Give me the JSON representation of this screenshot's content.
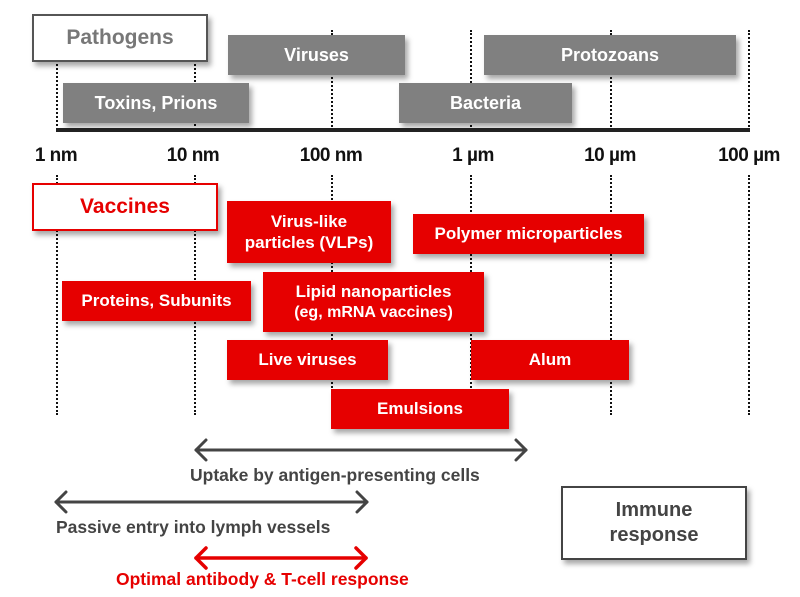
{
  "diagram": {
    "axis": {
      "scale": "log",
      "ticks": [
        "1 nm",
        "10 nm",
        "100 nm",
        "1 µm",
        "10 µm",
        "100 µm"
      ]
    },
    "pathogens": {
      "header": "Pathogens",
      "items": [
        {
          "label": "Viruses",
          "range": [
            "~20 nm",
            "~300 nm"
          ]
        },
        {
          "label": "Protozoans",
          "range": [
            "~1.2 µm",
            "~90 µm"
          ]
        },
        {
          "label": "Toxins, Prions",
          "range": [
            "~1 nm",
            "~25 nm"
          ]
        },
        {
          "label": "Bacteria",
          "range": [
            "~300 nm",
            "~5 µm"
          ]
        }
      ]
    },
    "vaccines": {
      "header": "Vaccines",
      "items": [
        {
          "label_line1": "Virus-like",
          "label_line2": "particles (VLPs)"
        },
        {
          "label": "Polymer microparticles"
        },
        {
          "label": "Proteins, Subunits"
        },
        {
          "label_line1": "Lipid nanoparticles",
          "label_line2": "(eg, mRNA vaccines)"
        },
        {
          "label": "Live viruses"
        },
        {
          "label": "Alum"
        },
        {
          "label": "Emulsions"
        }
      ]
    },
    "ranges": [
      {
        "label": "Uptake by antigen-presenting cells",
        "from": "10 nm",
        "to": "~5 µm",
        "color": "#444444"
      },
      {
        "label": "Passive entry into lymph vessels",
        "from": "1 nm",
        "to": "~200 nm",
        "color": "#444444"
      },
      {
        "label": "Optimal antibody & T-cell response",
        "from": "10 nm",
        "to": "~200 nm",
        "color": "#e60000"
      }
    ],
    "immune_box": {
      "line1": "Immune",
      "line2": "response"
    },
    "colors": {
      "pathogen_box": "#808080",
      "vaccine_box": "#e60000",
      "axis": "#222222",
      "text_dark": "#444444"
    }
  }
}
